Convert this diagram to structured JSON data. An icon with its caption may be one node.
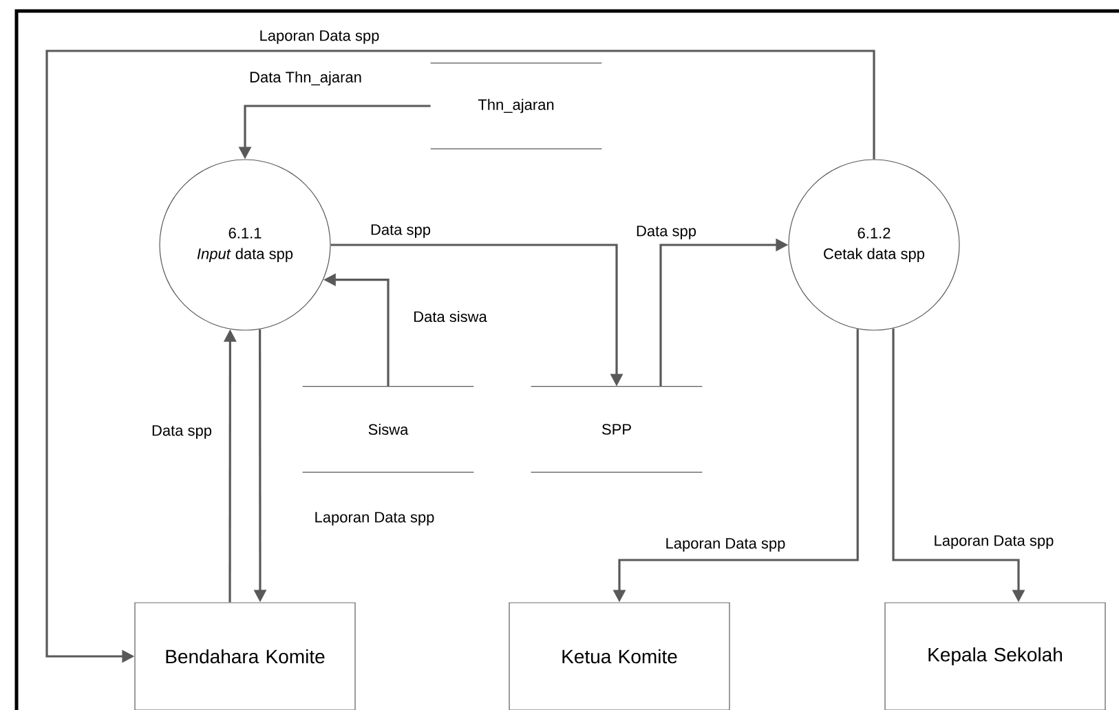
{
  "diagram": {
    "nodes": [
      {
        "text": [
          "6.1.1",
          "*Input* data spp"
        ]
      },
      {
        "text": [
          "6.1.2",
          "Cetak data spp"
        ]
      },
      {
        "text": [
          "Thn_ajaran"
        ]
      },
      {
        "text": [
          "Siswa"
        ]
      },
      {
        "text": [
          "SPP"
        ]
      },
      {
        "text": [
          "Bendahara Komite"
        ]
      },
      {
        "text": [
          "Ketua Komite"
        ]
      },
      {
        "text": [
          "Kepala Sekolah"
        ]
      }
    ],
    "edges": [
      {
        "from": 1,
        "to": 5,
        "arrow": "to",
        "label": "Laporan Data spp"
      },
      {
        "from": 2,
        "to": 0,
        "arrow": "to",
        "label": "Data Thn_ajaran"
      },
      {
        "from": 0,
        "to": 4,
        "arrow": "to",
        "label": "Data spp"
      },
      {
        "from": 4,
        "to": 1,
        "arrow": "to",
        "label": "Data spp"
      },
      {
        "from": 3,
        "to": 0,
        "arrow": "to",
        "label": "Data siswa"
      },
      {
        "from": 5,
        "to": 0,
        "arrow": "to",
        "label": "Data spp"
      },
      {
        "from": 0,
        "to": 5,
        "arrow": "to",
        "label": "Laporan Data spp"
      },
      {
        "from": 1,
        "to": 6,
        "arrow": "to",
        "label": "Laporan Data spp"
      },
      {
        "from": 1,
        "to": 7,
        "arrow": "to",
        "label": "Laporan Data spp"
      }
    ]
  }
}
